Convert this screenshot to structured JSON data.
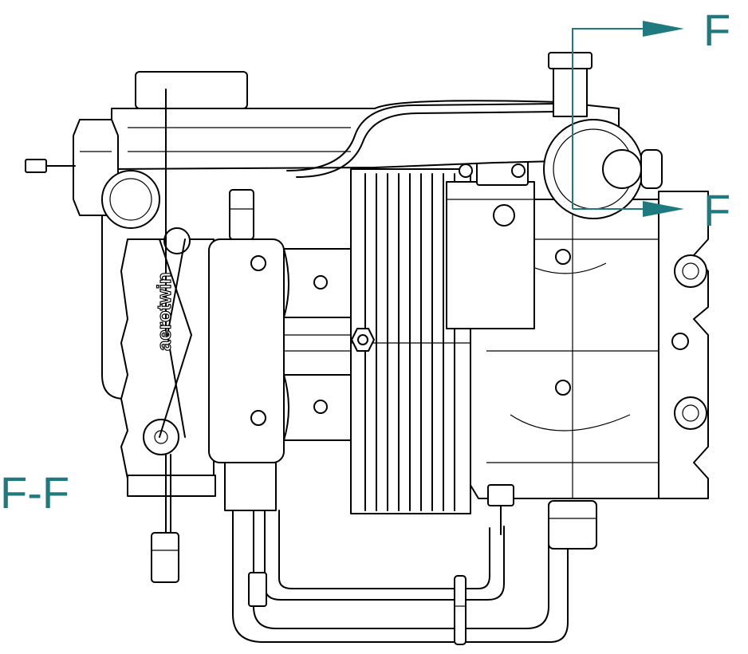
{
  "colors": {
    "annotation": "#1f7a80",
    "line": "#000000",
    "background": "#ffffff"
  },
  "section": {
    "marker_top": "F",
    "marker_bottom": "F",
    "view_label": "F-F"
  },
  "engraving": "aerotwin"
}
